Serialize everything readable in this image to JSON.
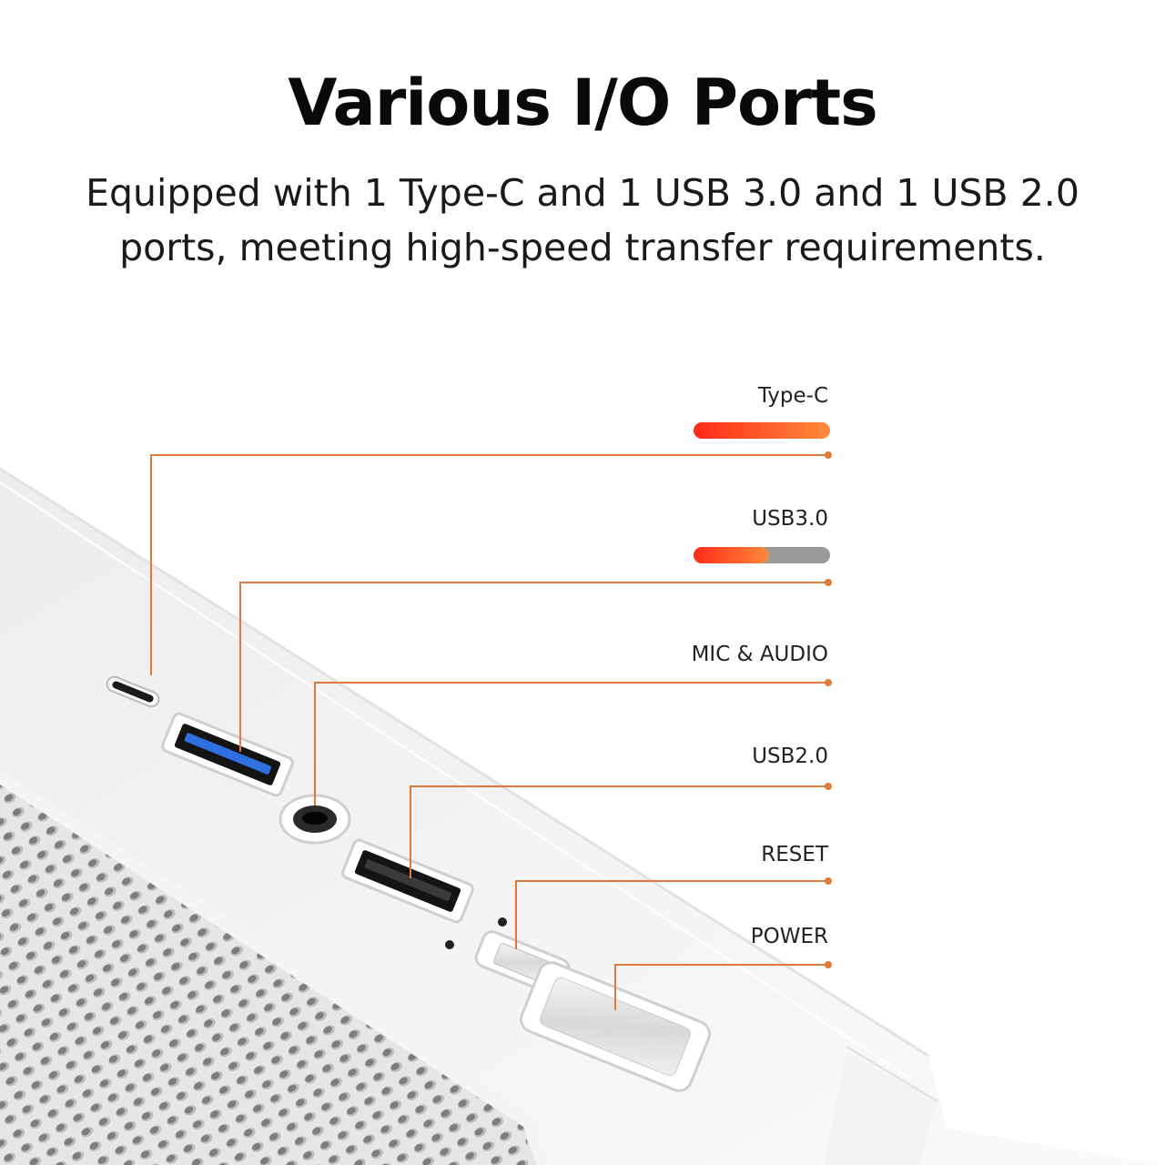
{
  "header": {
    "title": "Various I/O Ports",
    "subtitle": "Equipped with 1 Type-C and 1 USB 3.0 and 1 USB 2.0 ports, meeting high-speed transfer requirements."
  },
  "ports": [
    {
      "label": "Type-C",
      "speed_fraction": 1.0
    },
    {
      "label": "USB3.0",
      "speed_fraction": 0.55
    },
    {
      "label": "MIC & AUDIO"
    },
    {
      "label": "USB2.0"
    },
    {
      "label": "RESET"
    },
    {
      "label": "POWER"
    }
  ],
  "colors": {
    "accent_line": "#e07a3a",
    "bar_start": "#ff2a1a",
    "bar_end": "#ff8a3a",
    "bar_track": "#9a9a9a",
    "usb3_blue": "#2f6fe0"
  }
}
